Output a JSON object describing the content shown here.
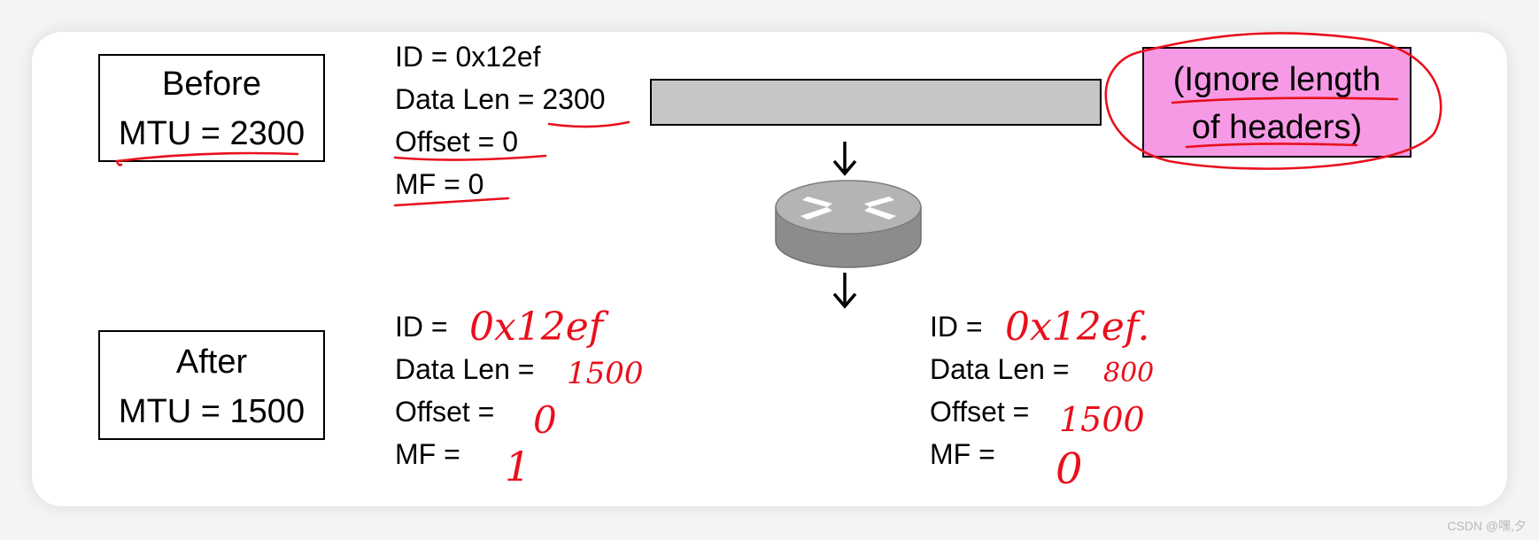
{
  "before": {
    "line1": "Before",
    "line2": "MTU = 2300",
    "fields": {
      "id": "ID = 0x12ef",
      "data_len": "Data Len = 2300",
      "offset": "Offset = 0",
      "mf": "MF = 0"
    }
  },
  "note": {
    "line1": "(Ignore length",
    "line2": "of headers)"
  },
  "after": {
    "line1": "After",
    "line2": "MTU = 1500",
    "fragment1": {
      "id_label": "ID =",
      "data_len_label": "Data Len =",
      "offset_label": "Offset =",
      "mf_label": "MF =",
      "id_value": "0x12ef",
      "data_len_value": "1500",
      "offset_value": "0",
      "mf_value": "1"
    },
    "fragment2": {
      "id_label": "ID =",
      "data_len_label": "Data Len =",
      "offset_label": "Offset =",
      "mf_label": "MF =",
      "id_value": "0x12ef.",
      "data_len_value": "800",
      "offset_value": "1500",
      "mf_value": "0"
    }
  },
  "watermark": "CSDN @嘿,夕",
  "icons": {
    "router": "router-icon",
    "arrow": "arrow-down-icon"
  },
  "colors": {
    "annotation": "#e8101c",
    "note_fill": "#f79ae6",
    "packet_fill": "#c6c6c6",
    "router_fill": "#9a9a9a"
  }
}
